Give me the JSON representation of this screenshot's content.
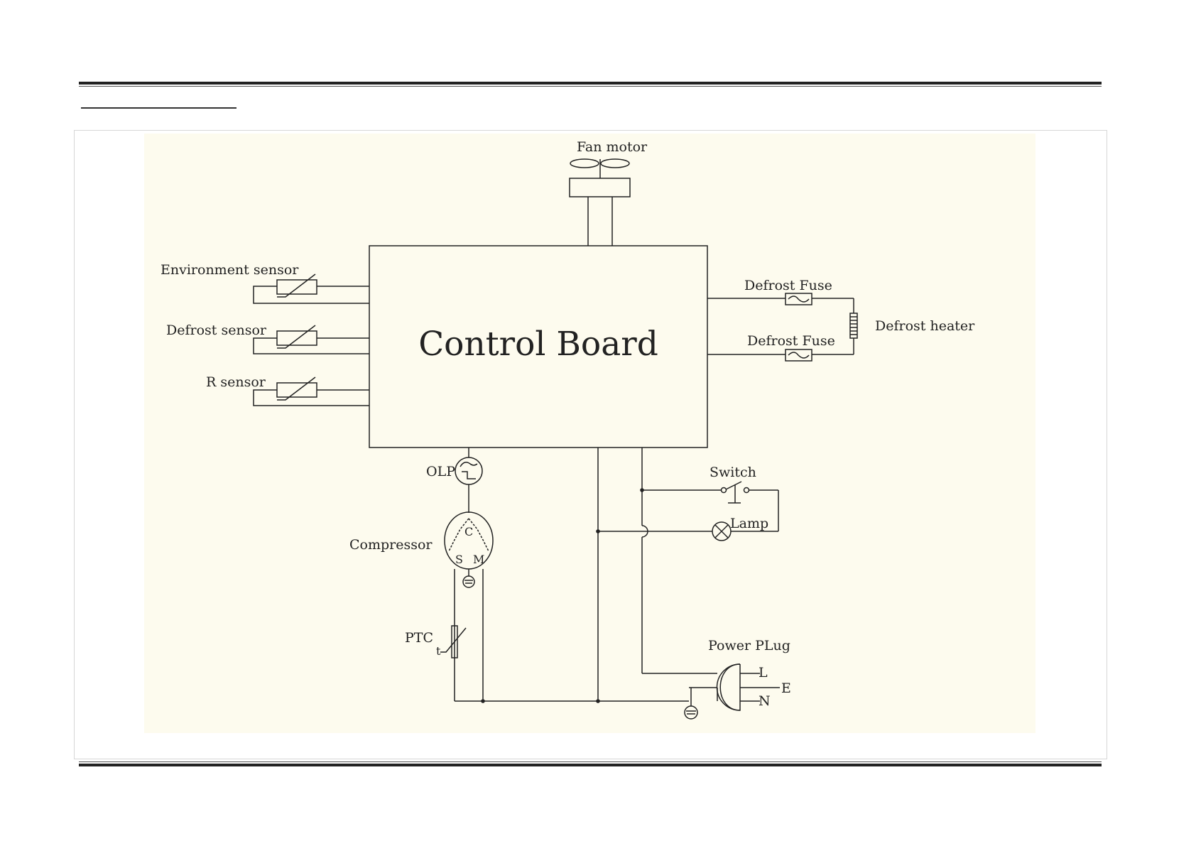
{
  "diagram": {
    "title": "Control Board",
    "labels": {
      "fan_motor": "Fan motor",
      "environment_sensor": "Environment sensor",
      "defrost_sensor": "Defrost sensor",
      "r_sensor": "R sensor",
      "defrost_fuse_1": "Defrost Fuse",
      "defrost_fuse_2": "Defrost Fuse",
      "defrost_heater": "Defrost heater",
      "olp": "OLP",
      "compressor": "Compressor",
      "ptc": "PTC",
      "switch": "Switch",
      "lamp": "Lamp",
      "power_plug": "Power PLug",
      "plug_l": "L",
      "plug_e": "E",
      "plug_n": "N",
      "comp_c": "C",
      "comp_s": "S",
      "comp_m": "M",
      "ptc_t": "t"
    },
    "colors": {
      "background": "#fdfbee",
      "line": "#222222"
    }
  }
}
